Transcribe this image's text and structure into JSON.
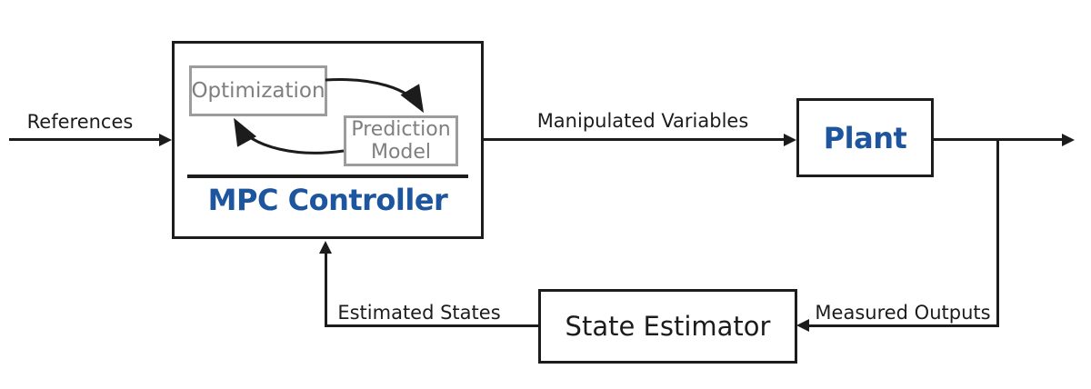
{
  "diagram": {
    "type": "block-diagram",
    "subject": "Model Predictive Control loop",
    "blocks": {
      "mpc_controller": {
        "label": "MPC Controller"
      },
      "optimization": {
        "label": "Optimization"
      },
      "prediction_model": {
        "label": "Prediction Model"
      },
      "plant": {
        "label": "Plant"
      },
      "state_estimator": {
        "label": "State Estimator"
      }
    },
    "signal_labels": {
      "references": "References",
      "manipulated_variables": "Manipulated Variables",
      "measured_outputs": "Measured Outputs",
      "estimated_states": "Estimated States"
    },
    "connections": [
      "References -> MPC Controller",
      "Optimization -> Prediction Model",
      "Prediction Model -> Optimization",
      "MPC Controller -> Plant (Manipulated Variables)",
      "Plant -> output (right)",
      "Plant output -> State Estimator (Measured Outputs)",
      "State Estimator -> MPC Controller (Estimated States)"
    ],
    "colors": {
      "accent_blue": "#1d559e",
      "line_black": "#1c1c1c",
      "inner_border_gray": "#9c9c9c",
      "inner_text_gray": "#7f7f7f",
      "background": "#ffffff"
    }
  }
}
